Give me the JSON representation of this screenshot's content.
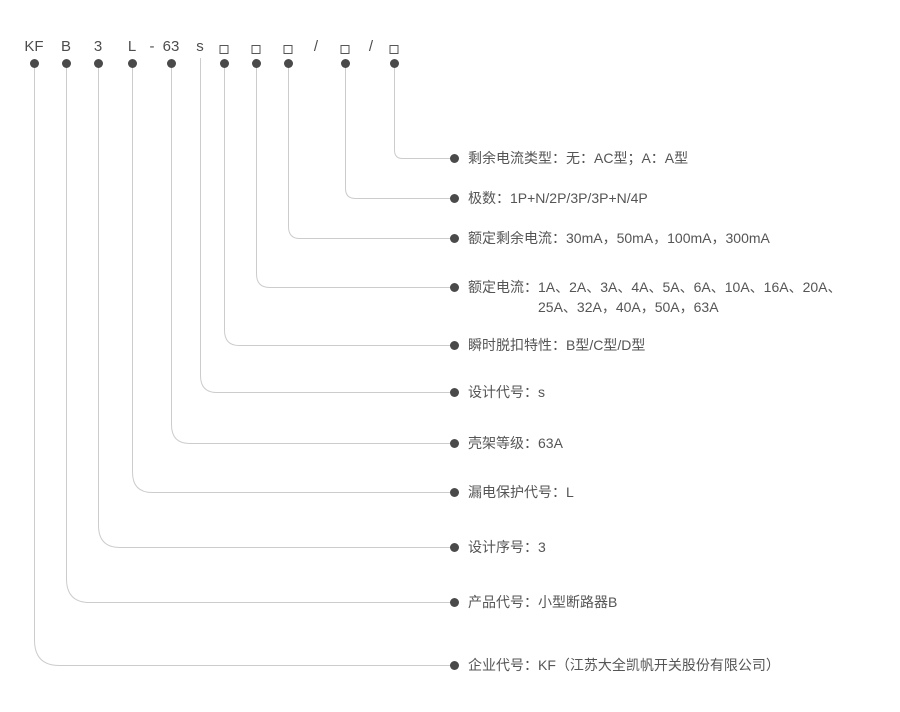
{
  "colors": {
    "line": "#cccccc",
    "marker": "#4a4a4a",
    "text": "#555555",
    "code_text": "#4d4d4d",
    "box_border": "#555555"
  },
  "code_row": {
    "segments": [
      "KF",
      "B",
      "3",
      "L",
      "-",
      "63",
      "s",
      "□",
      "□",
      "□",
      "/",
      "□",
      "/",
      "□"
    ]
  },
  "labels": [
    {
      "text": "剩余电流类型：无：AC型；A：A型"
    },
    {
      "text": "极数：1P+N/2P/3P/3P+N/4P"
    },
    {
      "text": "额定剩余电流：30mA，50mA，100mA，300mA"
    },
    {
      "text": "额定电流：1A、2A、3A、4A、5A、6A、10A、16A、20A、",
      "text2": "25A、32A，40A，50A，63A"
    },
    {
      "text": "瞬时脱扣特性：B型/C型/D型"
    },
    {
      "text": "设计代号：s"
    },
    {
      "text": "壳架等级：63A"
    },
    {
      "text": "漏电保护代号：L"
    },
    {
      "text": "设计序号：3"
    },
    {
      "text": "产品代号：小型断路器B"
    },
    {
      "text": "企业代号：KF（江苏大全凯帆开关股份有限公司）"
    }
  ]
}
